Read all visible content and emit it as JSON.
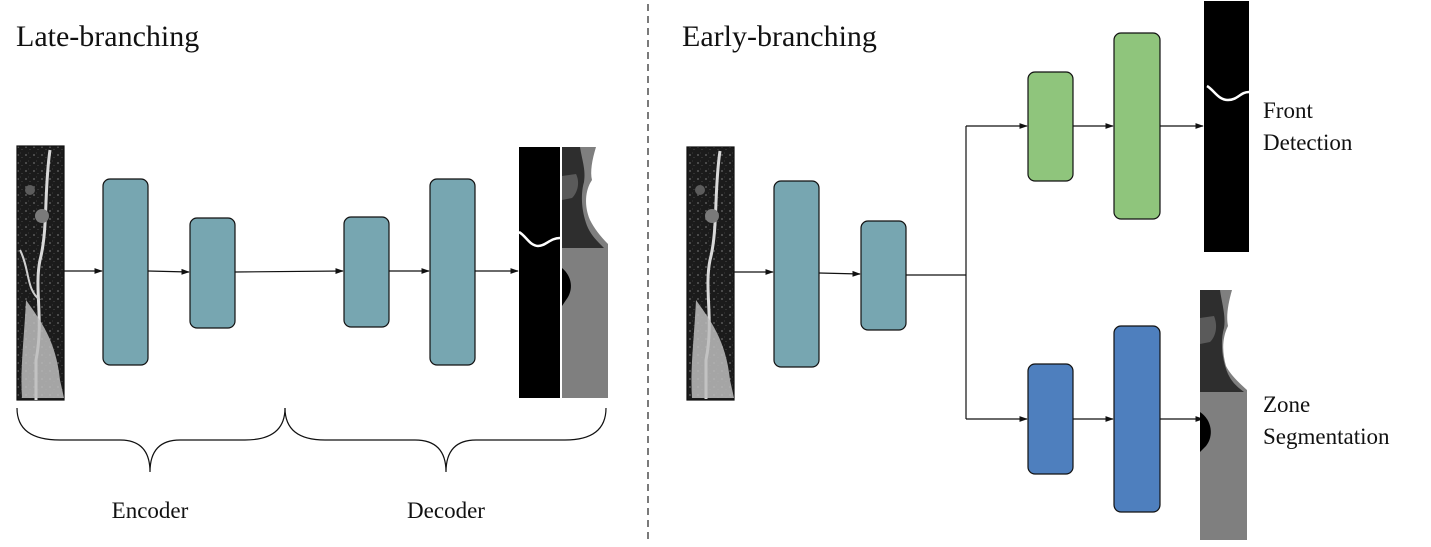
{
  "left_panel": {
    "title": "Late-branching",
    "encoder_label": "Encoder",
    "decoder_label": "Decoder"
  },
  "right_panel": {
    "title": "Early-branching",
    "front_label_line1": "Front",
    "front_label_line2": "Detection",
    "zone_label_line1": "Zone",
    "zone_label_line2": "Segmentation"
  },
  "colors": {
    "shared_block": "#77a6b1",
    "front_block": "#8fc57c",
    "zone_block": "#4e7fbe",
    "zone_gray": "#7f7f7f",
    "zone_dark": "#3a3a3a",
    "mask_black": "#000000",
    "divider": "#333333"
  }
}
